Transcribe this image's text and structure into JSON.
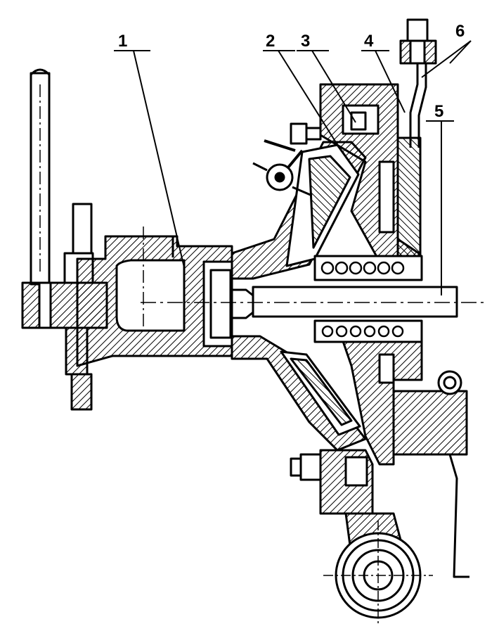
{
  "diagram": {
    "callouts": [
      {
        "label": "1"
      },
      {
        "label": "2"
      },
      {
        "label": "3"
      },
      {
        "label": "4"
      },
      {
        "label": "5"
      },
      {
        "label": "6"
      }
    ]
  },
  "colors": {
    "ink": "#000000",
    "paper": "#ffffff"
  }
}
